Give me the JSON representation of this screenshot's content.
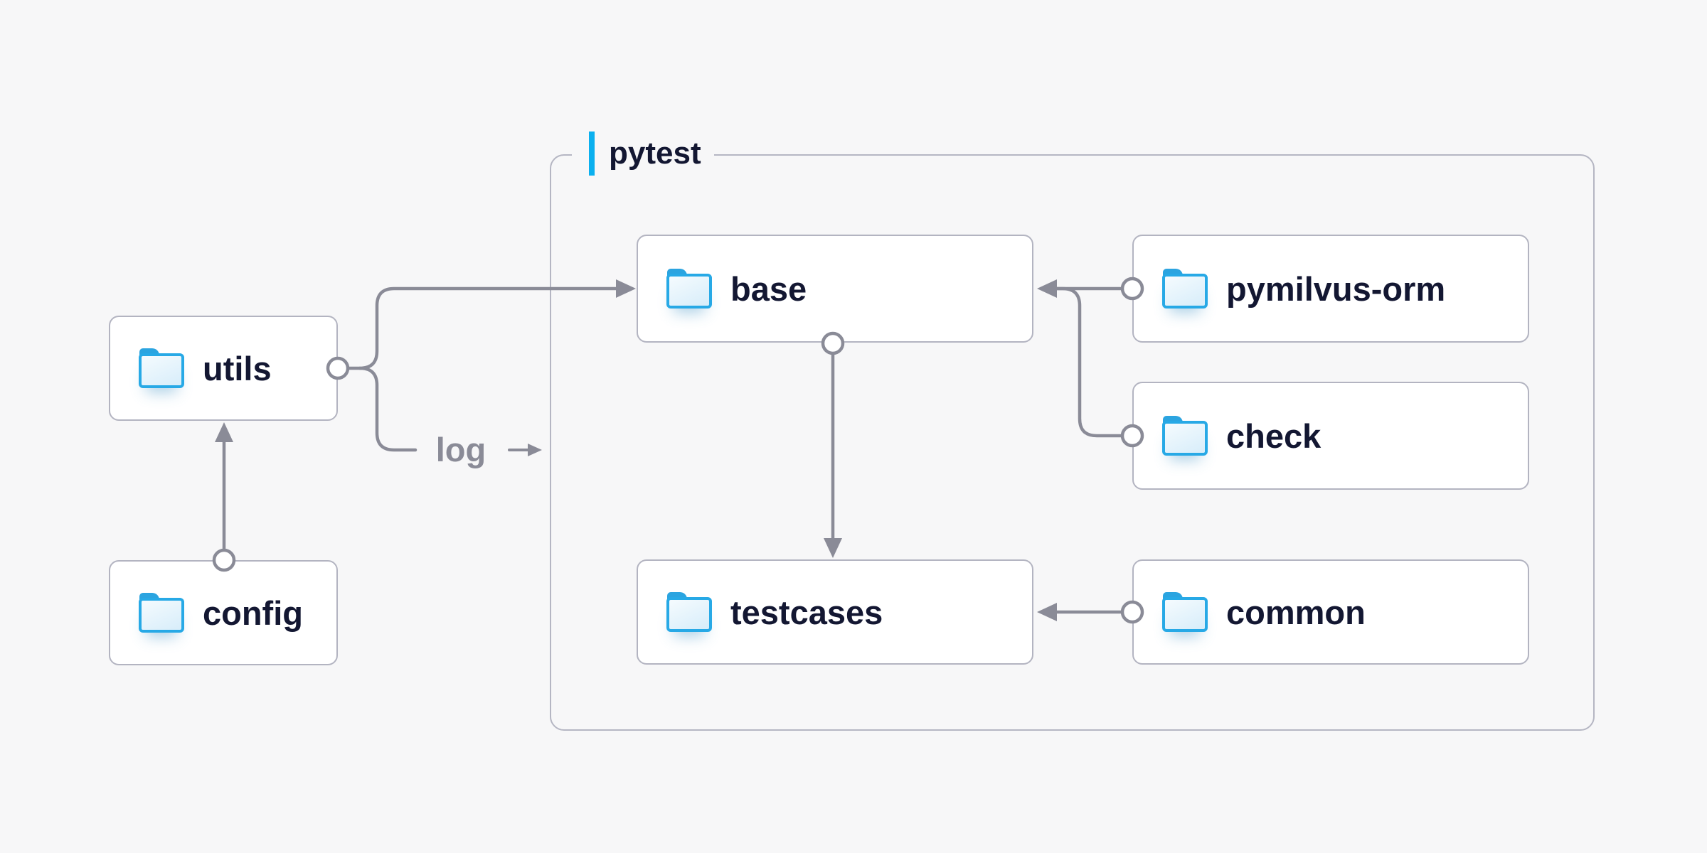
{
  "group": {
    "label": "pytest"
  },
  "labels": {
    "log": "log"
  },
  "nodes": [
    {
      "id": "utils",
      "label": "utils",
      "icon": "folder-icon"
    },
    {
      "id": "config",
      "label": "config",
      "icon": "folder-icon"
    },
    {
      "id": "base",
      "label": "base",
      "icon": "folder-icon"
    },
    {
      "id": "pymilvus-orm",
      "label": "pymilvus-orm",
      "icon": "folder-icon"
    },
    {
      "id": "check",
      "label": "check",
      "icon": "folder-icon"
    },
    {
      "id": "testcases",
      "label": "testcases",
      "icon": "folder-icon"
    },
    {
      "id": "common",
      "label": "common",
      "icon": "folder-icon"
    }
  ],
  "edges": [
    {
      "from": "config",
      "to": "utils"
    },
    {
      "from": "utils",
      "to": "base"
    },
    {
      "from": "utils",
      "to": "log",
      "label": "log"
    },
    {
      "from": "pymilvus-orm",
      "to": "base"
    },
    {
      "from": "check",
      "to": "base"
    },
    {
      "from": "base",
      "to": "testcases"
    },
    {
      "from": "common",
      "to": "testcases"
    }
  ],
  "colors": {
    "background": "#f7f7f8",
    "node_border": "#b3b4c1",
    "group_border": "#b5b6c3",
    "connector": "#8a8b97",
    "text_primary": "#131732",
    "text_muted": "#8a8b97",
    "accent_blue": "#0bb0ef",
    "folder_blue": "#27a9e6"
  }
}
